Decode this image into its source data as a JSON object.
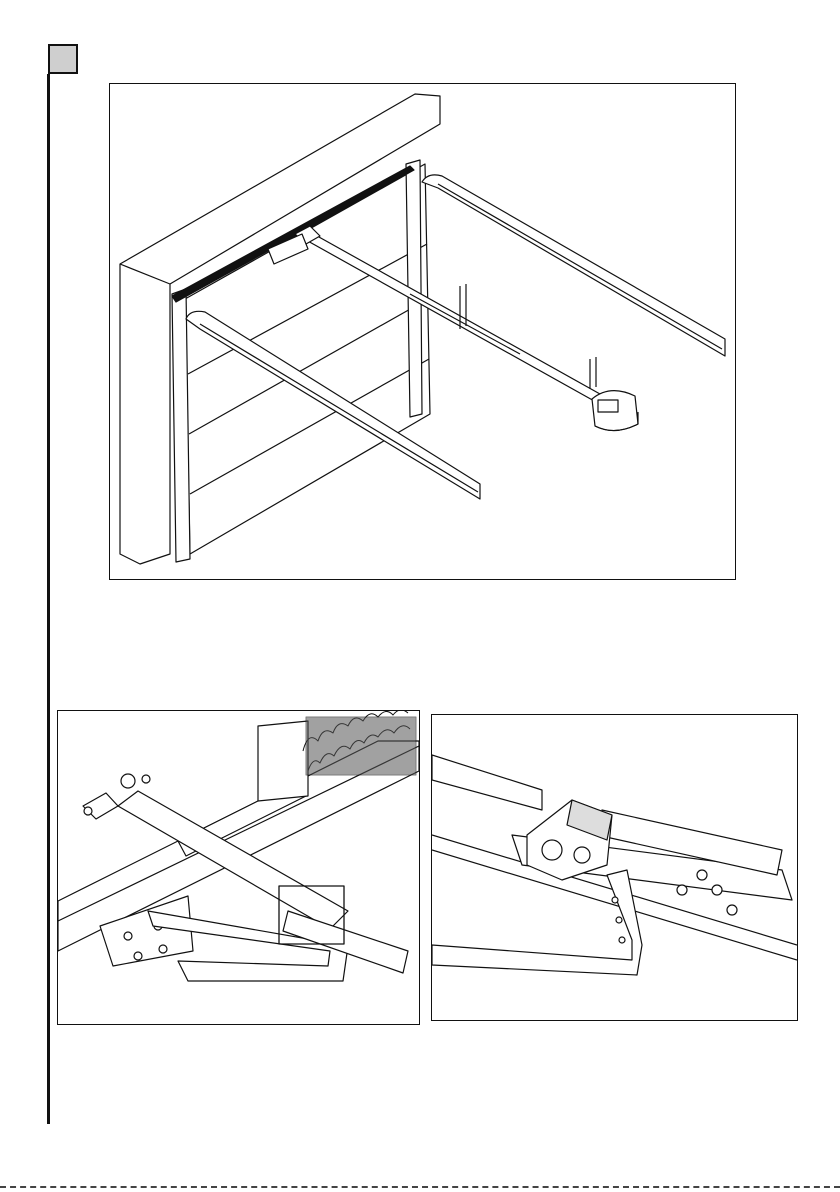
{
  "page": {
    "step_marker": "",
    "figures": [
      {
        "id": "overview"
      },
      {
        "id": "detail-left"
      },
      {
        "id": "detail-right"
      }
    ]
  },
  "colors": {
    "line": "#111111",
    "step_box_fill": "#cfcfcf",
    "background": "#ffffff"
  }
}
